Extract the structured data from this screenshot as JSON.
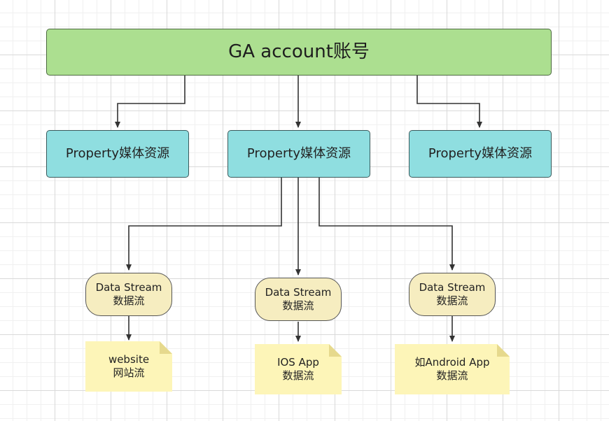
{
  "root": {
    "label": "GA account账号"
  },
  "properties": [
    {
      "label": "Property媒体资源"
    },
    {
      "label": "Property媒体资源"
    },
    {
      "label": "Property媒体资源"
    }
  ],
  "streams": [
    {
      "line1": "Data Stream",
      "line2": "数据流"
    },
    {
      "line1": "Data Stream",
      "line2": "数据流"
    },
    {
      "line1": "Data Stream",
      "line2": "数据流"
    }
  ],
  "notes": [
    {
      "line1": "website",
      "line2": "网站流"
    },
    {
      "line1": "IOS App",
      "line2": "数据流"
    },
    {
      "line1": "如Android App",
      "line2": "数据流"
    }
  ],
  "colors": {
    "root_fill": "#acdf90",
    "property_fill": "#8fdee0",
    "stream_fill": "#f6edc0",
    "note_fill": "#fdf5b8",
    "connector": "#333333"
  }
}
